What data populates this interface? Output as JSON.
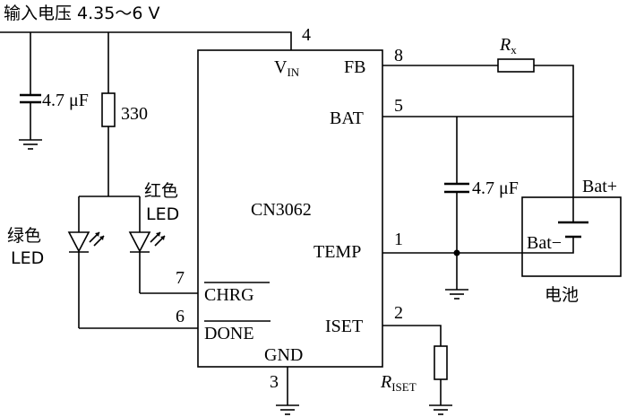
{
  "input_label": "输入电压 4.35～6 V",
  "chip": {
    "name": "CN3062",
    "pins": {
      "vin": {
        "number": "4",
        "label": "V",
        "sub": "IN"
      },
      "fb": {
        "number": "8",
        "label": "FB"
      },
      "bat": {
        "number": "5",
        "label": "BAT"
      },
      "temp": {
        "number": "1",
        "label": "TEMP"
      },
      "chrg": {
        "number": "7",
        "label": "CHRG"
      },
      "done": {
        "number": "6",
        "label": "DONE"
      },
      "iset": {
        "number": "2",
        "label": "ISET"
      },
      "gnd": {
        "number": "3",
        "label": "GND"
      }
    }
  },
  "components": {
    "cap_input": "4.7 μF",
    "resistor_led": "330",
    "cap_bat": "4.7 μF",
    "rx": {
      "label": "R",
      "sub": "x"
    },
    "riset": {
      "label": "R",
      "sub": "ISET"
    }
  },
  "leds": {
    "red": {
      "line1": "红色",
      "line2": "LED"
    },
    "green": {
      "line1": "绿色",
      "line2": "LED"
    }
  },
  "battery": {
    "plus_label": "Bat+",
    "minus_label": "Bat−",
    "caption": "电池"
  }
}
